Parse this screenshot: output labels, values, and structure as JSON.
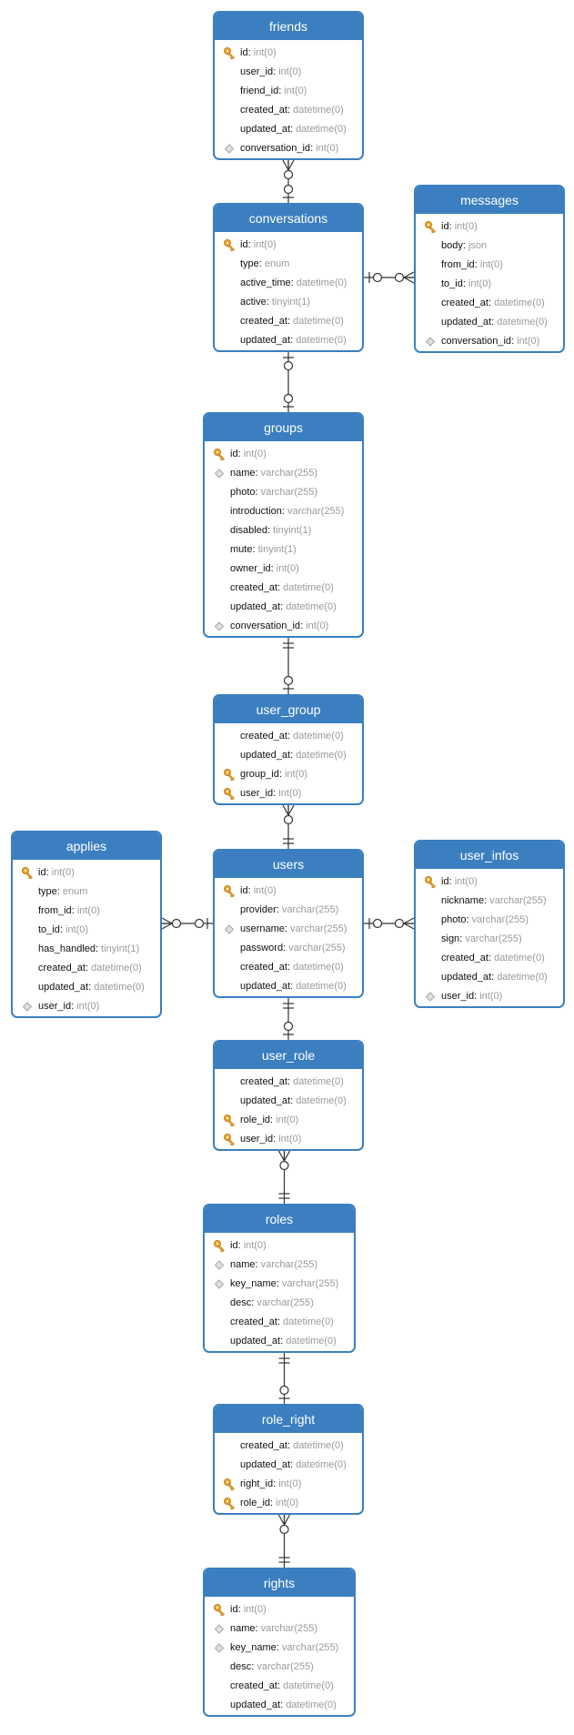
{
  "tables": [
    {
      "id": "friends",
      "title": "friends",
      "columns": [
        {
          "name": "id",
          "type": "int(0)",
          "key": "pk"
        },
        {
          "name": "user_id",
          "type": "int(0)",
          "key": ""
        },
        {
          "name": "friend_id",
          "type": "int(0)",
          "key": ""
        },
        {
          "name": "created_at",
          "type": "datetime(0)",
          "key": ""
        },
        {
          "name": "updated_at",
          "type": "datetime(0)",
          "key": ""
        },
        {
          "name": "conversation_id",
          "type": "int(0)",
          "key": "idx"
        }
      ]
    },
    {
      "id": "conversations",
      "title": "conversations",
      "columns": [
        {
          "name": "id",
          "type": "int(0)",
          "key": "pk"
        },
        {
          "name": "type",
          "type": "enum",
          "key": ""
        },
        {
          "name": "active_time",
          "type": "datetime(0)",
          "key": ""
        },
        {
          "name": "active",
          "type": "tinyint(1)",
          "key": ""
        },
        {
          "name": "created_at",
          "type": "datetime(0)",
          "key": ""
        },
        {
          "name": "updated_at",
          "type": "datetime(0)",
          "key": ""
        }
      ]
    },
    {
      "id": "messages",
      "title": "messages",
      "columns": [
        {
          "name": "id",
          "type": "int(0)",
          "key": "pk"
        },
        {
          "name": "body",
          "type": "json",
          "key": ""
        },
        {
          "name": "from_id",
          "type": "int(0)",
          "key": ""
        },
        {
          "name": "to_id",
          "type": "int(0)",
          "key": ""
        },
        {
          "name": "created_at",
          "type": "datetime(0)",
          "key": ""
        },
        {
          "name": "updated_at",
          "type": "datetime(0)",
          "key": ""
        },
        {
          "name": "conversation_id",
          "type": "int(0)",
          "key": "idx"
        }
      ]
    },
    {
      "id": "groups",
      "title": "groups",
      "columns": [
        {
          "name": "id",
          "type": "int(0)",
          "key": "pk"
        },
        {
          "name": "name",
          "type": "varchar(255)",
          "key": "idx"
        },
        {
          "name": "photo",
          "type": "varchar(255)",
          "key": ""
        },
        {
          "name": "introduction",
          "type": "varchar(255)",
          "key": ""
        },
        {
          "name": "disabled",
          "type": "tinyint(1)",
          "key": ""
        },
        {
          "name": "mute",
          "type": "tinyint(1)",
          "key": ""
        },
        {
          "name": "owner_id",
          "type": "int(0)",
          "key": ""
        },
        {
          "name": "created_at",
          "type": "datetime(0)",
          "key": ""
        },
        {
          "name": "updated_at",
          "type": "datetime(0)",
          "key": ""
        },
        {
          "name": "conversation_id",
          "type": "int(0)",
          "key": "idx"
        }
      ]
    },
    {
      "id": "user_group",
      "title": "user_group",
      "columns": [
        {
          "name": "created_at",
          "type": "datetime(0)",
          "key": ""
        },
        {
          "name": "updated_at",
          "type": "datetime(0)",
          "key": ""
        },
        {
          "name": "group_id",
          "type": "int(0)",
          "key": "pk"
        },
        {
          "name": "user_id",
          "type": "int(0)",
          "key": "pk"
        }
      ]
    },
    {
      "id": "applies",
      "title": "applies",
      "columns": [
        {
          "name": "id",
          "type": "int(0)",
          "key": "pk"
        },
        {
          "name": "type",
          "type": "enum",
          "key": ""
        },
        {
          "name": "from_id",
          "type": "int(0)",
          "key": ""
        },
        {
          "name": "to_id",
          "type": "int(0)",
          "key": ""
        },
        {
          "name": "has_handled",
          "type": "tinyint(1)",
          "key": ""
        },
        {
          "name": "created_at",
          "type": "datetime(0)",
          "key": ""
        },
        {
          "name": "updated_at",
          "type": "datetime(0)",
          "key": ""
        },
        {
          "name": "user_id",
          "type": "int(0)",
          "key": "idx"
        }
      ]
    },
    {
      "id": "users",
      "title": "users",
      "columns": [
        {
          "name": "id",
          "type": "int(0)",
          "key": "pk"
        },
        {
          "name": "provider",
          "type": "varchar(255)",
          "key": ""
        },
        {
          "name": "username",
          "type": "varchar(255)",
          "key": "idx"
        },
        {
          "name": "password",
          "type": "varchar(255)",
          "key": ""
        },
        {
          "name": "created_at",
          "type": "datetime(0)",
          "key": ""
        },
        {
          "name": "updated_at",
          "type": "datetime(0)",
          "key": ""
        }
      ]
    },
    {
      "id": "user_infos",
      "title": "user_infos",
      "columns": [
        {
          "name": "id",
          "type": "int(0)",
          "key": "pk"
        },
        {
          "name": "nickname",
          "type": "varchar(255)",
          "key": ""
        },
        {
          "name": "photo",
          "type": "varchar(255)",
          "key": ""
        },
        {
          "name": "sign",
          "type": "varchar(255)",
          "key": ""
        },
        {
          "name": "created_at",
          "type": "datetime(0)",
          "key": ""
        },
        {
          "name": "updated_at",
          "type": "datetime(0)",
          "key": ""
        },
        {
          "name": "user_id",
          "type": "int(0)",
          "key": "idx"
        }
      ]
    },
    {
      "id": "user_role",
      "title": "user_role",
      "columns": [
        {
          "name": "created_at",
          "type": "datetime(0)",
          "key": ""
        },
        {
          "name": "updated_at",
          "type": "datetime(0)",
          "key": ""
        },
        {
          "name": "role_id",
          "type": "int(0)",
          "key": "pk"
        },
        {
          "name": "user_id",
          "type": "int(0)",
          "key": "pk"
        }
      ]
    },
    {
      "id": "roles",
      "title": "roles",
      "columns": [
        {
          "name": "id",
          "type": "int(0)",
          "key": "pk"
        },
        {
          "name": "name",
          "type": "varchar(255)",
          "key": "idx"
        },
        {
          "name": "key_name",
          "type": "varchar(255)",
          "key": "idx"
        },
        {
          "name": "desc",
          "type": "varchar(255)",
          "key": ""
        },
        {
          "name": "created_at",
          "type": "datetime(0)",
          "key": ""
        },
        {
          "name": "updated_at",
          "type": "datetime(0)",
          "key": ""
        }
      ]
    },
    {
      "id": "role_right",
      "title": "role_right",
      "columns": [
        {
          "name": "created_at",
          "type": "datetime(0)",
          "key": ""
        },
        {
          "name": "updated_at",
          "type": "datetime(0)",
          "key": ""
        },
        {
          "name": "right_id",
          "type": "int(0)",
          "key": "pk"
        },
        {
          "name": "role_id",
          "type": "int(0)",
          "key": "pk"
        }
      ]
    },
    {
      "id": "rights",
      "title": "rights",
      "columns": [
        {
          "name": "id",
          "type": "int(0)",
          "key": "pk"
        },
        {
          "name": "name",
          "type": "varchar(255)",
          "key": "idx"
        },
        {
          "name": "key_name",
          "type": "varchar(255)",
          "key": "idx"
        },
        {
          "name": "desc",
          "type": "varchar(255)",
          "key": ""
        },
        {
          "name": "created_at",
          "type": "datetime(0)",
          "key": ""
        },
        {
          "name": "updated_at",
          "type": "datetime(0)",
          "key": ""
        }
      ]
    }
  ],
  "relations": [
    {
      "from": "friends",
      "to": "conversations",
      "from_end": "zero-or-many",
      "to_end": "zero-or-one"
    },
    {
      "from": "conversations",
      "to": "messages",
      "from_end": "zero-or-one",
      "to_end": "zero-or-many"
    },
    {
      "from": "conversations",
      "to": "groups",
      "from_end": "zero-or-one",
      "to_end": "zero-or-one"
    },
    {
      "from": "groups",
      "to": "user_group",
      "from_end": "exactly-one",
      "to_end": "zero-or-one"
    },
    {
      "from": "user_group",
      "to": "users",
      "from_end": "zero-or-many",
      "to_end": "exactly-one"
    },
    {
      "from": "applies",
      "to": "users",
      "from_end": "zero-or-many",
      "to_end": "zero-or-one"
    },
    {
      "from": "users",
      "to": "user_infos",
      "from_end": "zero-or-one",
      "to_end": "zero-or-many"
    },
    {
      "from": "users",
      "to": "user_role",
      "from_end": "exactly-one",
      "to_end": "zero-or-one"
    },
    {
      "from": "user_role",
      "to": "roles",
      "from_end": "zero-or-many",
      "to_end": "exactly-one"
    },
    {
      "from": "roles",
      "to": "role_right",
      "from_end": "exactly-one",
      "to_end": "zero-or-one"
    },
    {
      "from": "role_right",
      "to": "rights",
      "from_end": "zero-or-many",
      "to_end": "exactly-one"
    }
  ],
  "icons": {
    "pk": "key-icon",
    "idx": "index-diamond-icon"
  },
  "colors": {
    "header": "#3b7fc0",
    "border": "#3b7fc0",
    "type_text": "#9a9a9a",
    "key": "#e8a62a",
    "index": "#bdbdbd",
    "line": "#333333"
  }
}
